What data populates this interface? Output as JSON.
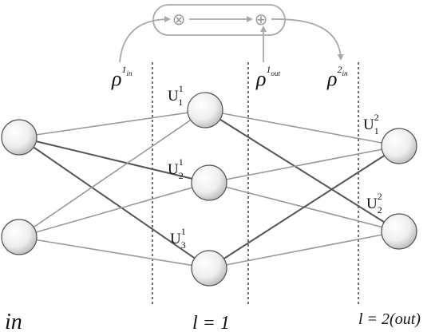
{
  "title": "",
  "colors": {
    "background": "#ffffff",
    "edge": "#555555",
    "edge_light": "#999999",
    "feedback": "#aaaaaa",
    "node_fill": "#f2f2f2",
    "node_stroke": "#555555",
    "text": "#111111"
  },
  "feedback": {
    "operators": [
      {
        "name": "multiply",
        "symbol": "⊗"
      },
      {
        "name": "add",
        "symbol": "⊕"
      }
    ],
    "rho_labels": [
      {
        "base": "ρ",
        "sup": "1",
        "sub": "in"
      },
      {
        "base": "ρ",
        "sup": "1",
        "sub": "out"
      },
      {
        "base": "ρ",
        "sup": "2",
        "sub": "in"
      }
    ]
  },
  "layers": [
    {
      "name": "input",
      "label": "in",
      "nodes": [
        {
          "id": "in1",
          "label_base": "",
          "label_sup": "",
          "label_sub": ""
        },
        {
          "id": "in2",
          "label_base": "",
          "label_sup": "",
          "label_sub": ""
        }
      ]
    },
    {
      "name": "hidden",
      "label": "l = 1",
      "nodes": [
        {
          "id": "h1",
          "label_base": "U",
          "label_sup": "1",
          "label_sub": "1"
        },
        {
          "id": "h2",
          "label_base": "U",
          "label_sup": "1",
          "label_sub": "2"
        },
        {
          "id": "h3",
          "label_base": "U",
          "label_sup": "1",
          "label_sub": "3"
        }
      ]
    },
    {
      "name": "output",
      "label": "l = 2(out)",
      "nodes": [
        {
          "id": "o1",
          "label_base": "U",
          "label_sup": "2",
          "label_sub": "1"
        },
        {
          "id": "o2",
          "label_base": "U",
          "label_sup": "2",
          "label_sub": "2"
        }
      ]
    }
  ],
  "edges": [
    [
      "in1",
      "h1"
    ],
    [
      "in1",
      "h2"
    ],
    [
      "in1",
      "h3"
    ],
    [
      "in2",
      "h1"
    ],
    [
      "in2",
      "h2"
    ],
    [
      "in2",
      "h3"
    ],
    [
      "h1",
      "o1"
    ],
    [
      "h1",
      "o2"
    ],
    [
      "h2",
      "o1"
    ],
    [
      "h2",
      "o2"
    ],
    [
      "h3",
      "o1"
    ],
    [
      "h3",
      "o2"
    ]
  ]
}
